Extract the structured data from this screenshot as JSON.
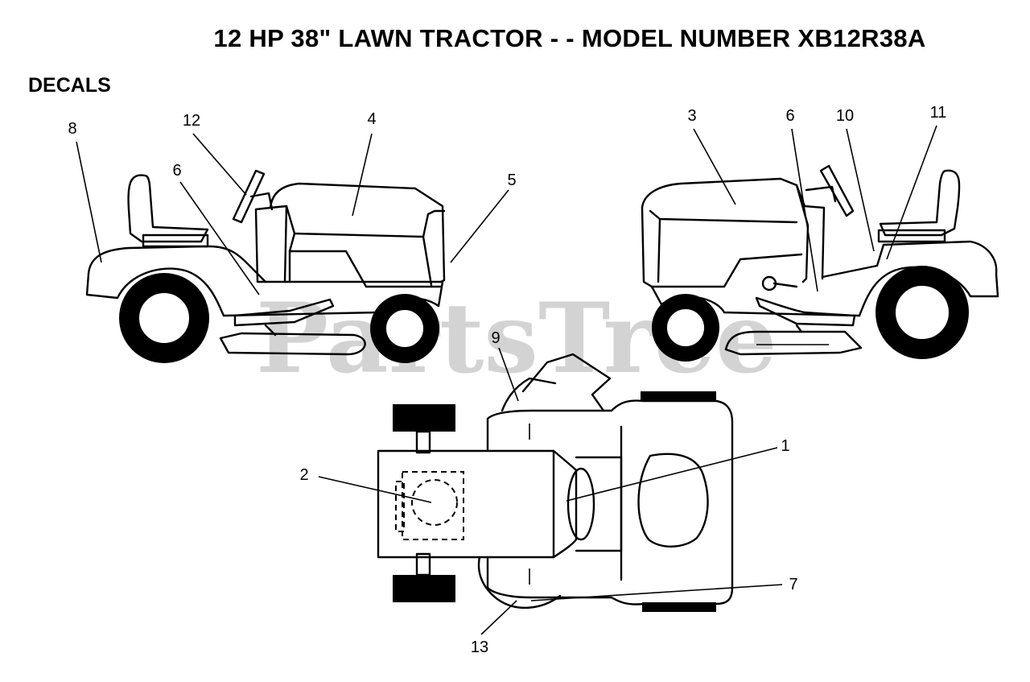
{
  "title": "12 HP 38\" LAWN TRACTOR - - MODEL NUMBER XB12R38A",
  "section": "DECALS",
  "watermark": "PartsTree",
  "callouts": {
    "c1": "1",
    "c2": "2",
    "c3": "3",
    "c4": "4",
    "c5": "5",
    "c6a": "6",
    "c6b": "6",
    "c7": "7",
    "c8": "8",
    "c9": "9",
    "c10": "10",
    "c11": "11",
    "c12": "12",
    "c13": "13"
  }
}
